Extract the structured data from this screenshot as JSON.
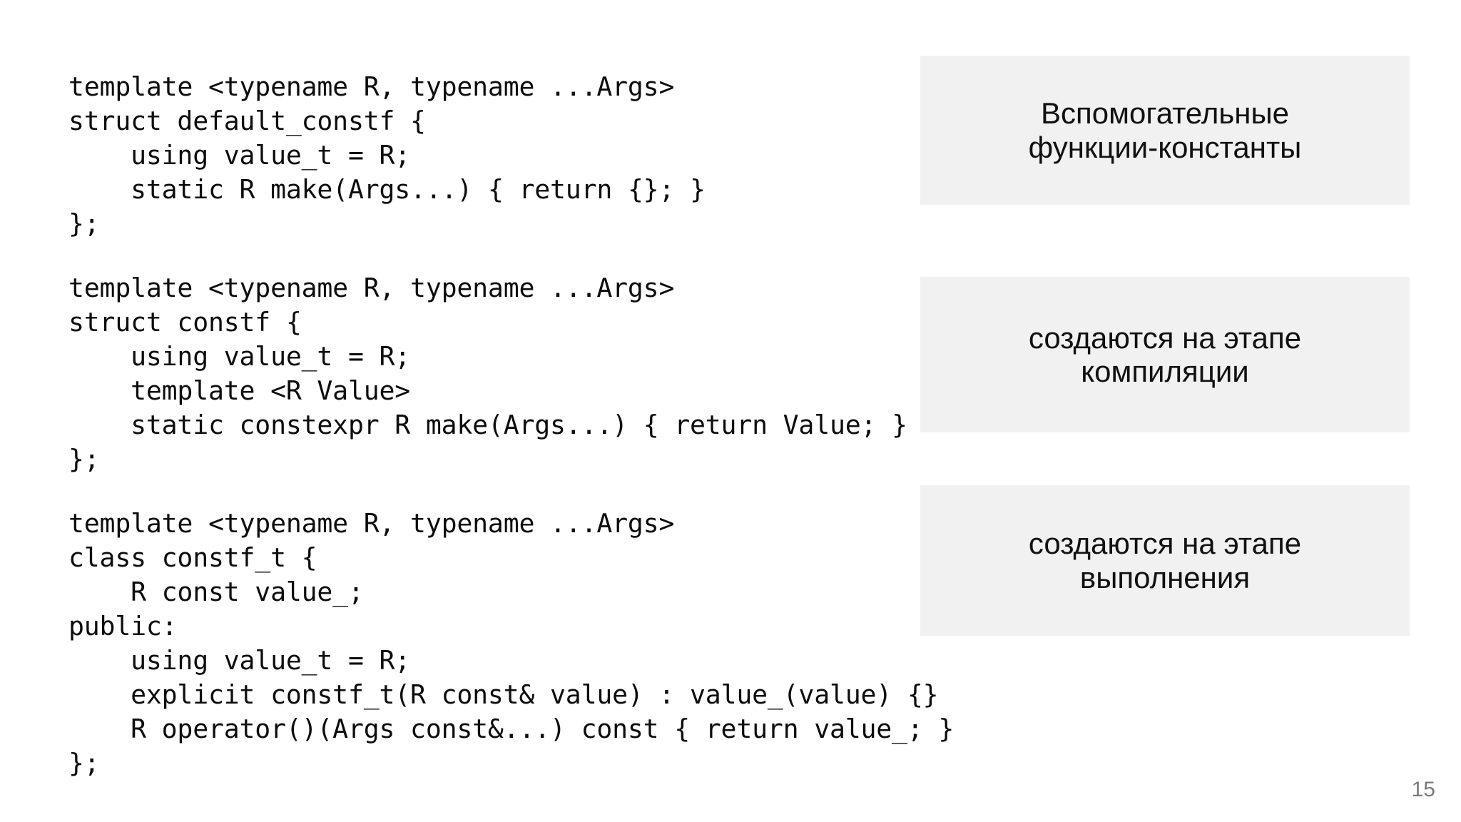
{
  "slide": {
    "page_number": "15",
    "background_color": "#ffffff",
    "note_box_color": "#f1f1f1",
    "code_color": "#0d0d0d",
    "page_number_color": "#7a7a7a"
  },
  "code_blocks": [
    {
      "name": "default-constf",
      "lines": [
        "template <typename R, typename ...Args>",
        "struct default_constf {",
        "    using value_t = R;",
        "    static R make(Args...) { return {}; }",
        "};"
      ]
    },
    {
      "name": "constf",
      "lines": [
        "template <typename R, typename ...Args>",
        "struct constf {",
        "    using value_t = R;",
        "    template <R Value>",
        "    static constexpr R make(Args...) { return Value; }",
        "};"
      ]
    },
    {
      "name": "constf-t",
      "lines": [
        "template <typename R, typename ...Args>",
        "class constf_t {",
        "    R const value_;",
        "public:",
        "    using value_t = R;",
        "    explicit constf_t(R const& value) : value_(value) {}",
        "    R operator()(Args const&...) const { return value_; }",
        "};"
      ]
    }
  ],
  "notes": [
    {
      "name": "helper-constant-functions",
      "text": "Вспомогательные\nфункции-константы"
    },
    {
      "name": "created-at-compile-time",
      "text": "создаются на этапе\nкомпиляции"
    },
    {
      "name": "created-at-runtime",
      "text": "создаются на этапе\nвыполнения"
    }
  ]
}
